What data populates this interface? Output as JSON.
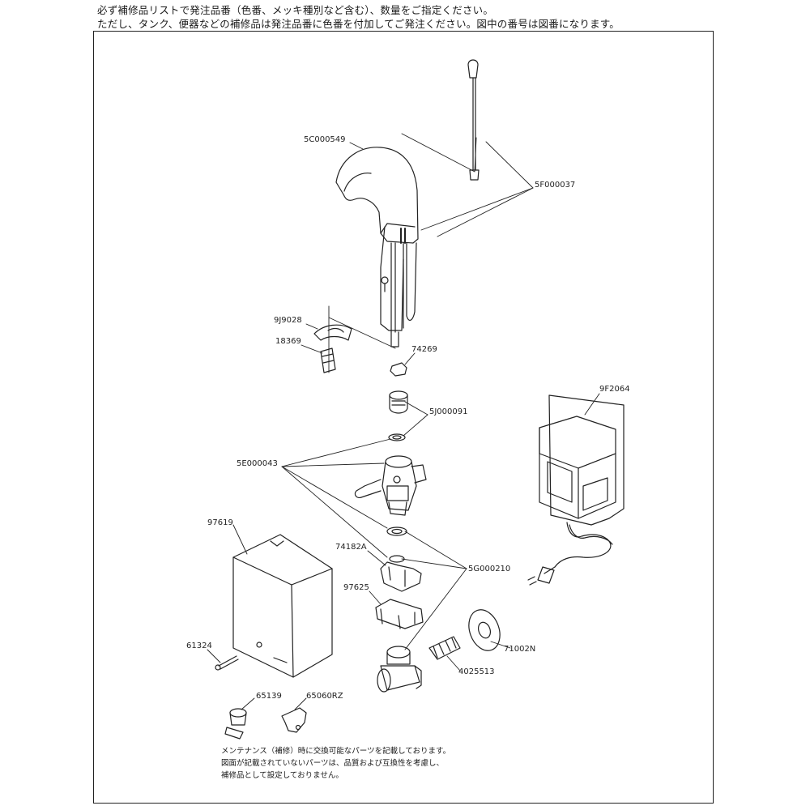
{
  "header": {
    "line1": "必ず補修品リストで発注品番（色番、メッキ種別など含む）、数量をご指定ください。",
    "line2": "ただし、タンク、便器などの補修品は発注品番に色番を付加してご発注ください。図中の番号は図番になります。"
  },
  "parts": [
    {
      "id": "5C000549",
      "label": "5C000549"
    },
    {
      "id": "5F000037",
      "label": "5F000037"
    },
    {
      "id": "9J9028",
      "label": "9J9028"
    },
    {
      "id": "18369",
      "label": "18369"
    },
    {
      "id": "74269",
      "label": "74269"
    },
    {
      "id": "5J000091",
      "label": "5J000091"
    },
    {
      "id": "9F2064",
      "label": "9F2064"
    },
    {
      "id": "5E000043",
      "label": "5E000043"
    },
    {
      "id": "97619",
      "label": "97619"
    },
    {
      "id": "74182A",
      "label": "74182A"
    },
    {
      "id": "5G000210",
      "label": "5G000210"
    },
    {
      "id": "97625",
      "label": "97625"
    },
    {
      "id": "61324",
      "label": "61324"
    },
    {
      "id": "71002N",
      "label": "71002N"
    },
    {
      "id": "4025513",
      "label": "4025513"
    },
    {
      "id": "65139",
      "label": "65139"
    },
    {
      "id": "65060RZ",
      "label": "65060RZ"
    }
  ],
  "note": {
    "line1": "メンテナンス（補修）時に交換可能なパーツを記載しております。",
    "line2": "図面が記載されていないパーツは、品質および互換性を考慮し、",
    "line3": "補修品として設定しておりません。"
  }
}
